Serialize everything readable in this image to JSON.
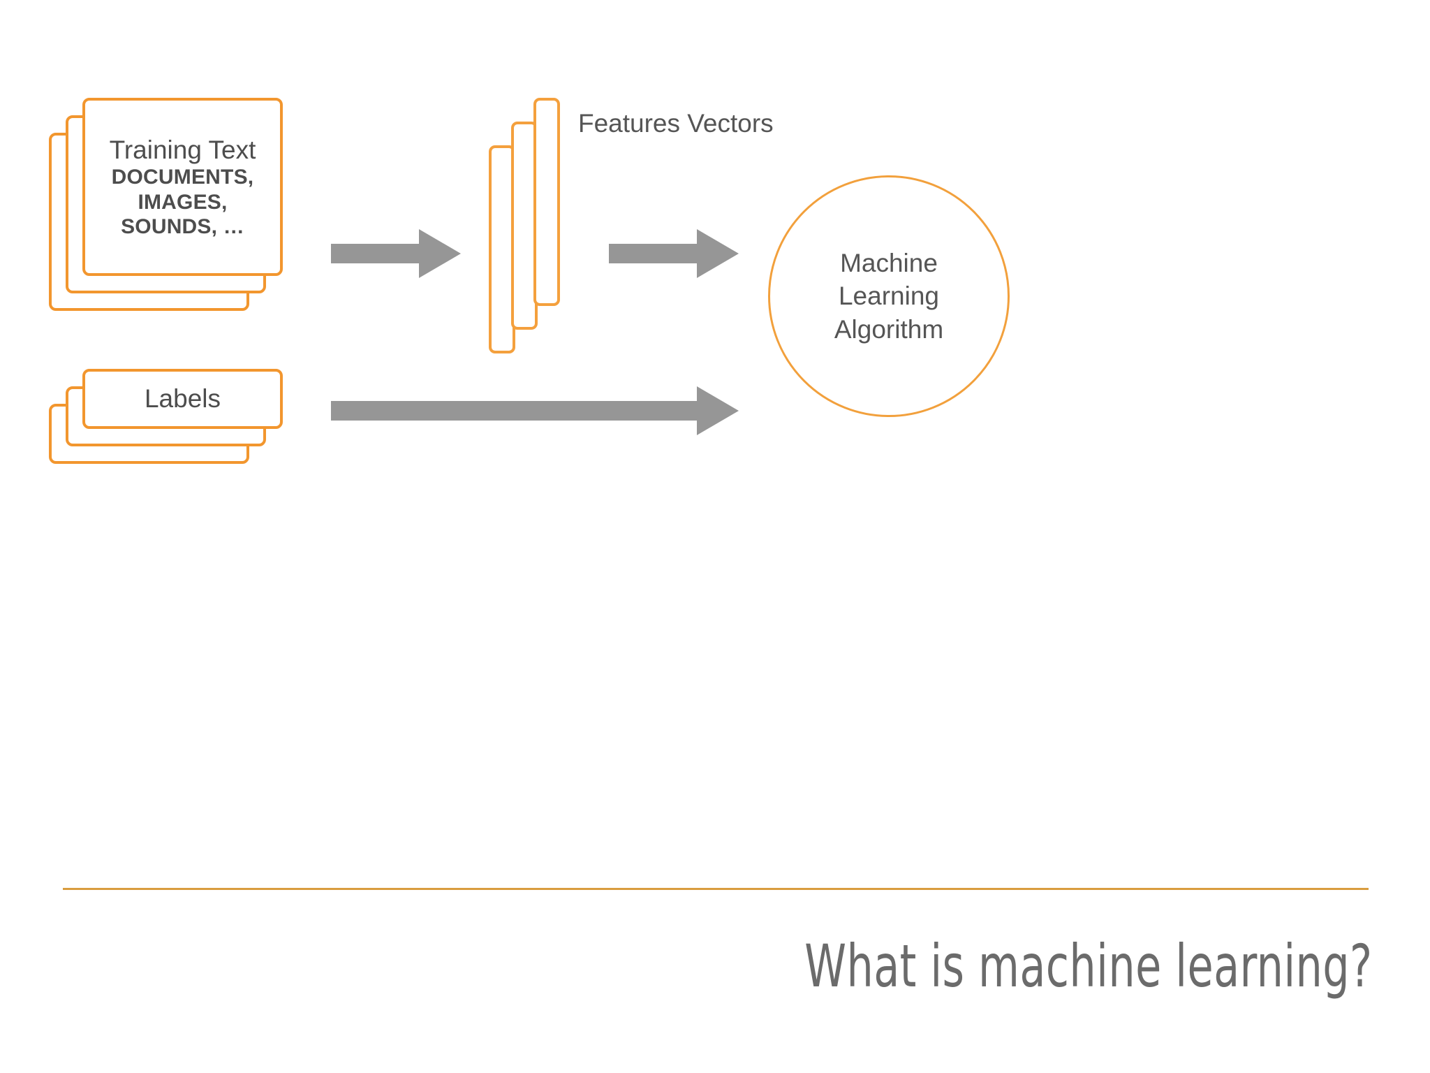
{
  "slide": {
    "title": "What is machine learning?",
    "accent_color": "#F2962E",
    "line_color": "#D99C3E",
    "arrow_color": "#969696",
    "text_color": "#555555"
  },
  "diagram": {
    "training_card": {
      "title": "Training Text",
      "subtitle_lines": [
        "DOCUMENTS,",
        "IMAGES,",
        "SOUNDS, …"
      ]
    },
    "labels_card": {
      "title": "Labels"
    },
    "features": {
      "caption": "Features Vectors",
      "bar_count": 3
    },
    "algorithm_circle": {
      "lines": [
        "Machine",
        "Learning",
        "Algorithm"
      ]
    },
    "arrows": [
      {
        "name": "training-to-features"
      },
      {
        "name": "features-to-algorithm"
      },
      {
        "name": "labels-to-algorithm"
      }
    ]
  },
  "chart_data": {
    "type": "diagram",
    "title": "What is machine learning?",
    "nodes": [
      {
        "id": "training",
        "label": "Training Text / DOCUMENTS, IMAGES, SOUNDS, …",
        "shape": "stacked-card"
      },
      {
        "id": "labels",
        "label": "Labels",
        "shape": "stacked-card"
      },
      {
        "id": "features",
        "label": "Features Vectors",
        "shape": "bar-group",
        "bars": 3
      },
      {
        "id": "algorithm",
        "label": "Machine Learning Algorithm",
        "shape": "circle"
      }
    ],
    "edges": [
      {
        "from": "training",
        "to": "features"
      },
      {
        "from": "features",
        "to": "algorithm"
      },
      {
        "from": "labels",
        "to": "algorithm"
      }
    ]
  }
}
